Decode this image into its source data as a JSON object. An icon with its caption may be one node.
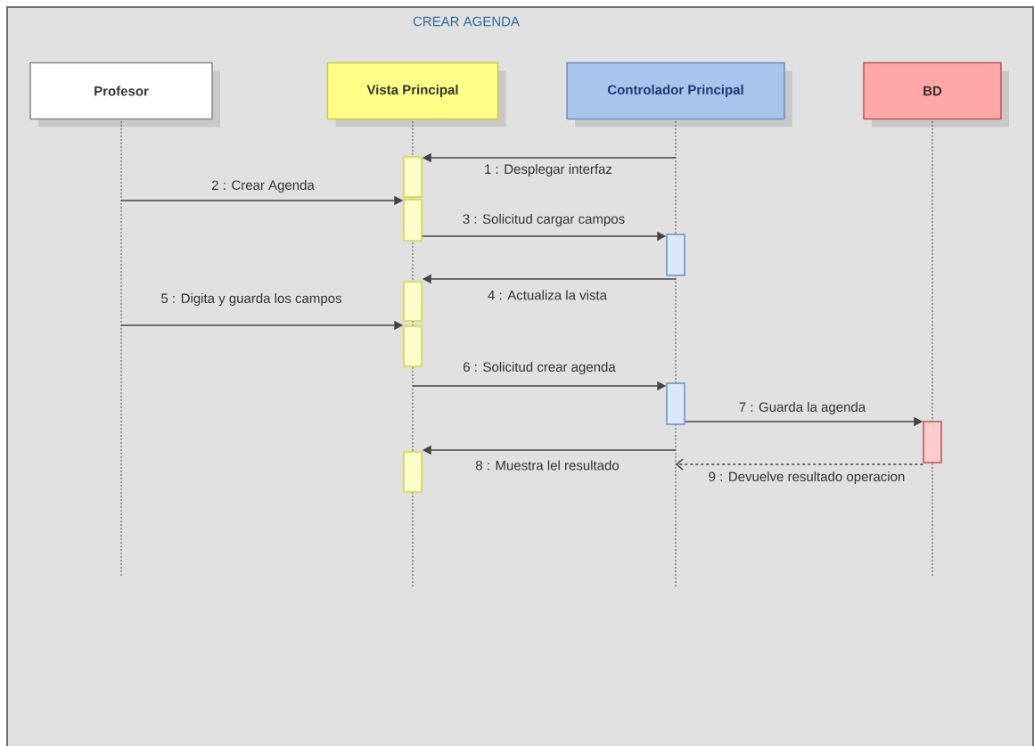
{
  "diagram": {
    "title": "CREAR AGENDA",
    "nodes": [
      {
        "text": [
          "Profesor"
        ]
      },
      {
        "text": [
          "Vista Principal"
        ]
      },
      {
        "text": [
          "Controlador Principal"
        ]
      },
      {
        "text": [
          "BD"
        ]
      },
      {
        "text": [],
        "shape": "line"
      },
      {
        "text": [],
        "shape": "line"
      },
      {
        "text": [],
        "shape": "line"
      },
      {
        "text": [],
        "shape": "line"
      },
      {
        "text": [],
        "shape": "bar"
      },
      {
        "text": [],
        "shape": "bar"
      },
      {
        "text": [],
        "shape": "bar"
      },
      {
        "text": [],
        "shape": "bar"
      },
      {
        "text": [],
        "shape": "bar"
      },
      {
        "text": [],
        "shape": "bar"
      },
      {
        "text": [],
        "shape": "bar"
      },
      {
        "text": [],
        "shape": "bar"
      }
    ],
    "edges": [
      {
        "from": 6,
        "to": 8,
        "arrow": "to",
        "label": "1 : Desplegar interfaz"
      },
      {
        "from": 4,
        "to": 9,
        "arrow": "to",
        "label": "2 : Crear Agenda"
      },
      {
        "from": 9,
        "to": 10,
        "arrow": "to",
        "label": "3 : Solicitud cargar campos"
      },
      {
        "from": 6,
        "to": 11,
        "arrow": "to",
        "label": "4 : Actualiza la vista"
      },
      {
        "from": 4,
        "to": 12,
        "arrow": "to",
        "label": "5 : Digita y guarda los campos"
      },
      {
        "from": 5,
        "to": 13,
        "arrow": "to",
        "label": "6 : Solicitud crear agenda"
      },
      {
        "from": 13,
        "to": 14,
        "arrow": "to",
        "label": "7 : Guarda la agenda"
      },
      {
        "from": 6,
        "to": 15,
        "arrow": "to",
        "label": "8 : Muestra lel resultado"
      },
      {
        "from": 14,
        "to": 6,
        "arrow": "to",
        "style": "dashed",
        "label": "9 : Devuelve resultado operacion"
      }
    ]
  }
}
